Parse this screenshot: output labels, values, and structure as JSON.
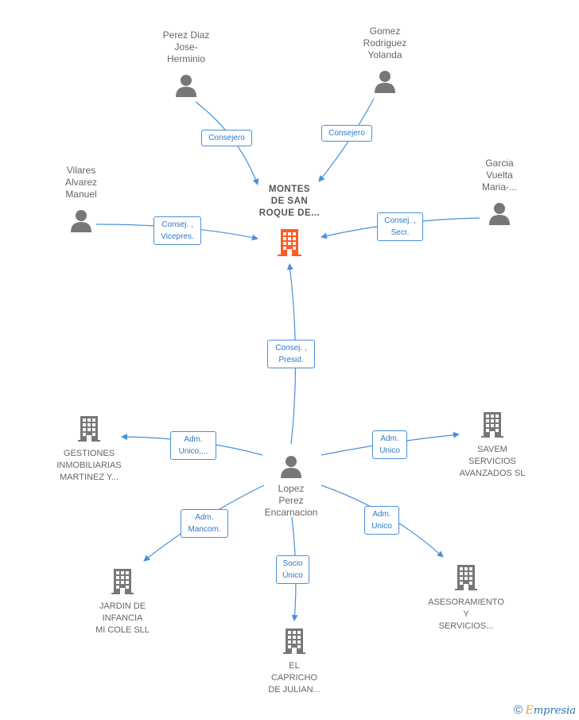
{
  "main_company": {
    "label": "MONTES\nDE SAN\nROQUE DE...",
    "icon": "building-icon",
    "color": "#ff5a24"
  },
  "people": [
    {
      "id": "perez_diaz",
      "label": "Perez Diaz\nJose-\nHerminio",
      "icon": "person-icon"
    },
    {
      "id": "gomez",
      "label": "Gomez\nRodriguez\nYolanda",
      "icon": "person-icon"
    },
    {
      "id": "vilares",
      "label": "Vilares\nAlvarez\nManuel",
      "icon": "person-icon"
    },
    {
      "id": "garcia",
      "label": "Garcia\nVuelta\nMaria-...",
      "icon": "person-icon"
    },
    {
      "id": "lopez",
      "label": "Lopez\nPerez\nEncarnacion",
      "icon": "person-icon"
    }
  ],
  "companies": [
    {
      "id": "gestiones",
      "label": "GESTIONES\nINMOBILIARIAS\nMARTINEZ Y...",
      "icon": "building-icon"
    },
    {
      "id": "savem",
      "label": "SAVEM\nSERVICIOS\nAVANZADOS SL",
      "icon": "building-icon"
    },
    {
      "id": "jardin",
      "label": "JARDIN DE\nINFANCIA\nMI COLE SLL",
      "icon": "building-icon"
    },
    {
      "id": "asesoramiento",
      "label": "ASESORAMIENTO\nY\nSERVICIOS...",
      "icon": "building-icon"
    },
    {
      "id": "capricho",
      "label": "EL\nCAPRICHO\nDE JULIAN...",
      "icon": "building-icon"
    }
  ],
  "edges": [
    {
      "id": "e1",
      "label": "Consejero"
    },
    {
      "id": "e2",
      "label": "Consejero"
    },
    {
      "id": "e3",
      "label": "Consej. ,\nVicepres."
    },
    {
      "id": "e4",
      "label": "Consej. ,\nSecr."
    },
    {
      "id": "e5",
      "label": "Consej. ,\nPresid."
    },
    {
      "id": "e6",
      "label": "Adm.\nUnico,..."
    },
    {
      "id": "e7",
      "label": "Adm.\nUnico"
    },
    {
      "id": "e8",
      "label": "Adm.\nMancom."
    },
    {
      "id": "e9",
      "label": "Adm.\nUnico"
    },
    {
      "id": "e10",
      "label": "Socio\nÚnico"
    }
  ],
  "colors": {
    "edge": "#4a90d9",
    "icon": "#777777",
    "main": "#ff5a24"
  },
  "footer": {
    "copyright": "©",
    "brand_initial": "E",
    "brand_rest": "mpresia"
  }
}
